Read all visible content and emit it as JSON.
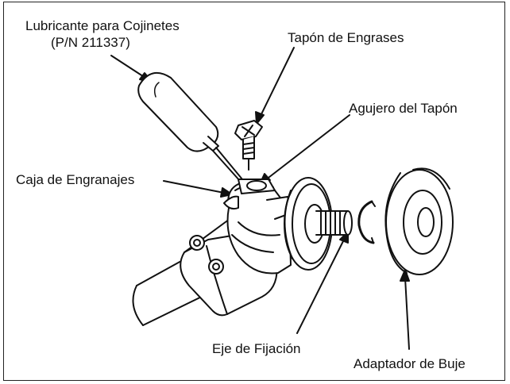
{
  "labels": {
    "lubricant": "Lubricante para Cojinetes",
    "part_number": "(P/N 211337)",
    "grease_plug": "Tapón de Engrases",
    "plug_hole": "Agujero del Tapón",
    "gear_case": "Caja de Engranajes",
    "mounting_shaft": "Eje de Fijación",
    "hub_adapter": "Adaptador de Buje"
  }
}
